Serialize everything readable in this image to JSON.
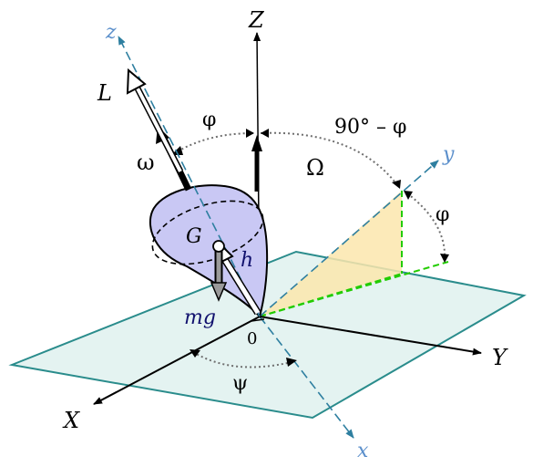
{
  "labels": {
    "z_body": "z",
    "Z_space": "Z",
    "L": "L",
    "phi_left": "φ",
    "ninety_minus_phi": "90° – φ",
    "y_body": "y",
    "omega": "ω",
    "Omega": "Ω",
    "phi_right": "φ",
    "G": "G",
    "h": "h",
    "mg": "mg",
    "origin": "0",
    "Y_space": "Y",
    "psi": "ψ",
    "X_space": "X",
    "x_body": "x"
  },
  "colors": {
    "plane_fill": "#e4f3f1",
    "plane_stroke": "#2a8c8c",
    "body_axis": "#2e7fa0",
    "body_label": "#5b8fcb",
    "top_fill": "#c9c8f4",
    "triangle_fill": "#fbe6ad",
    "dashed_green": "#22cc00",
    "dark_blue_label": "#11116e",
    "weight_arrow": "#9a9a9a",
    "arc_gray": "#6f6f6f"
  }
}
